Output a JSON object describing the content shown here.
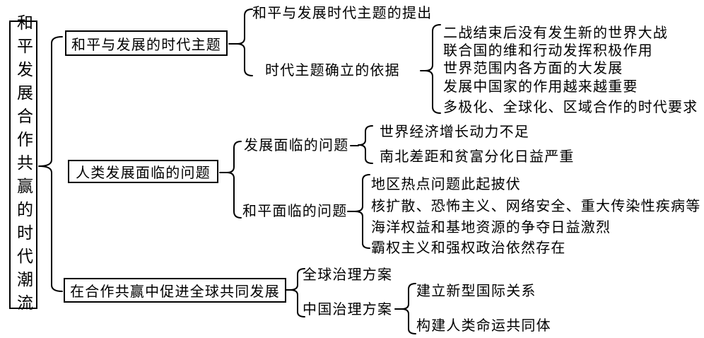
{
  "root": {
    "label": "和平发展合作共赢的时代潮流"
  },
  "branches": [
    {
      "label": "和平与发展的时代主题",
      "children": [
        {
          "label": "和平与发展时代主题的提出",
          "items": []
        },
        {
          "label": "时代主题确立的依据",
          "items": [
            "二战结束后没有发生新的世界大战",
            "联合国的维和行动发挥积极作用",
            "世界范围内各方面的大发展",
            "发展中国家的作用越来越重要",
            "多极化、全球化、区域合作的时代要求"
          ]
        }
      ]
    },
    {
      "label": "人类发展面临的问题",
      "children": [
        {
          "label": "发展面临的问题",
          "items": [
            "世界经济增长动力不足",
            "南北差距和贫富分化日益严重"
          ]
        },
        {
          "label": "和平面临的问题",
          "items": [
            "地区热点问题此起披伏",
            "核扩散、恐怖主义、网络安全、重大传染性疾病等",
            "海洋权益和基地资源的争夺日益激烈",
            "霸权主义和强权政治依然存在"
          ]
        }
      ]
    },
    {
      "label": "在合作共赢中促进全球共同发展",
      "children": [
        {
          "label": "全球治理方案",
          "items": []
        },
        {
          "label": "中国治理方案",
          "items": [
            "建立新型国际关系",
            "构建人类命运共同体"
          ]
        }
      ]
    }
  ],
  "colors": {
    "ink": "#000000",
    "background": "#ffffff"
  }
}
